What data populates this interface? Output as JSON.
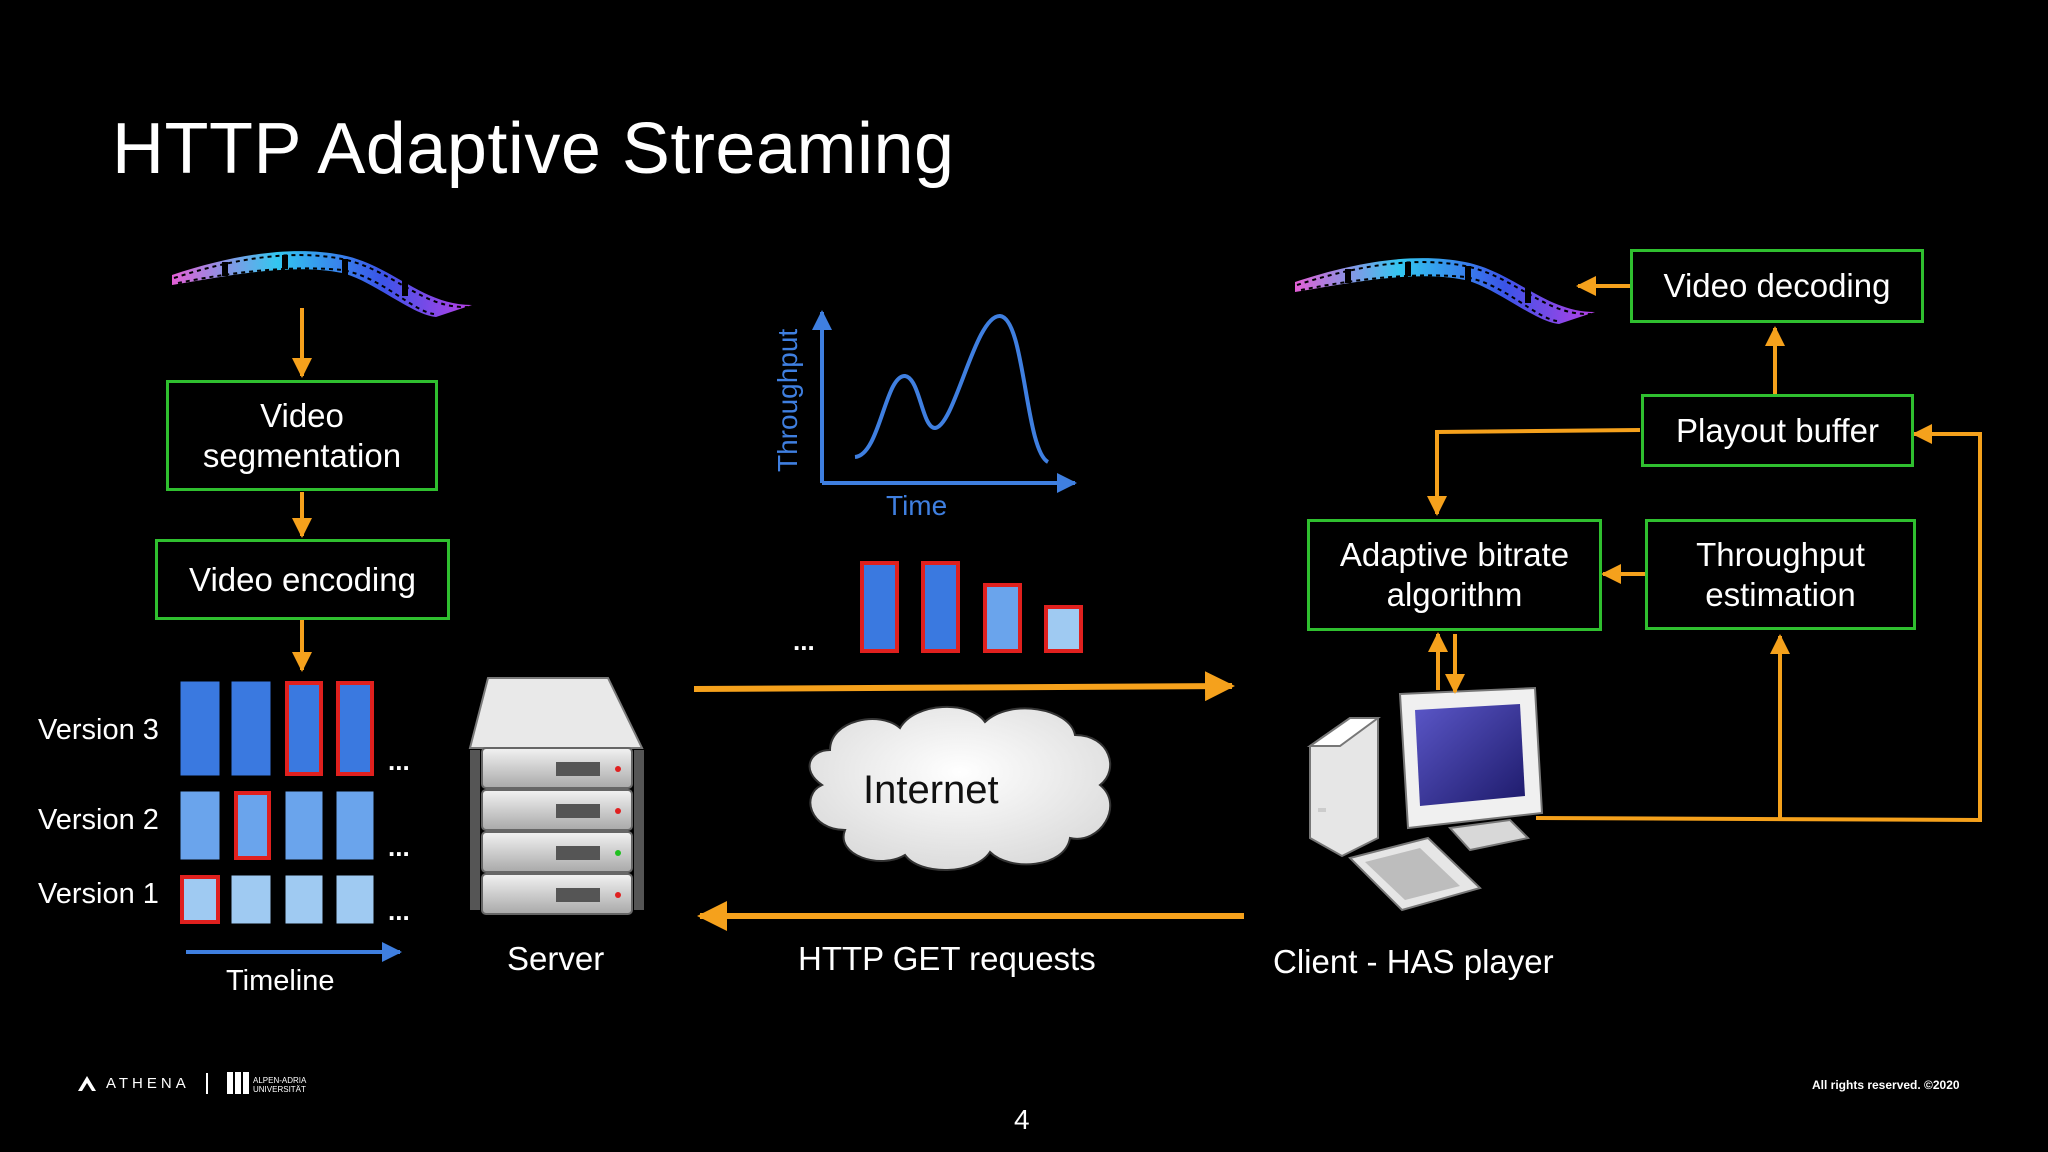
{
  "slide": {
    "title": "HTTP Adaptive Streaming",
    "page_number": "4",
    "copyright": "All rights reserved.  ©2020",
    "logo_athena": "ATHENA",
    "logo_university": "ALPEN-ADRIA UNIVERSITÄT"
  },
  "server_side": {
    "step1": "Video\nsegmentation",
    "step2": "Video encoding",
    "versions": [
      "Version 3",
      "Version 2",
      "Version 1"
    ],
    "ellipsis": "...",
    "timeline_label": "Timeline",
    "server_label": "Server"
  },
  "network": {
    "throughput_axis_y": "Throughput",
    "throughput_axis_x": "Time",
    "cloud_label": "Internet",
    "requests_label": "HTTP GET requests",
    "segments_ellipsis": "..."
  },
  "client_side": {
    "video_decoding": "Video decoding",
    "playout_buffer": "Playout buffer",
    "abr": "Adaptive bitrate\nalgorithm",
    "throughput_estimation": "Throughput\nestimation",
    "client_label": "Client - HAS player"
  },
  "colors": {
    "arrow": "#f5a11c",
    "box_border": "#2fbf2f",
    "axis": "#3f7fe0",
    "segment_dark": "#3a79e0",
    "segment_mid": "#6aa4ec",
    "segment_light": "#9fcaf2",
    "selected_border": "#e0201e"
  }
}
